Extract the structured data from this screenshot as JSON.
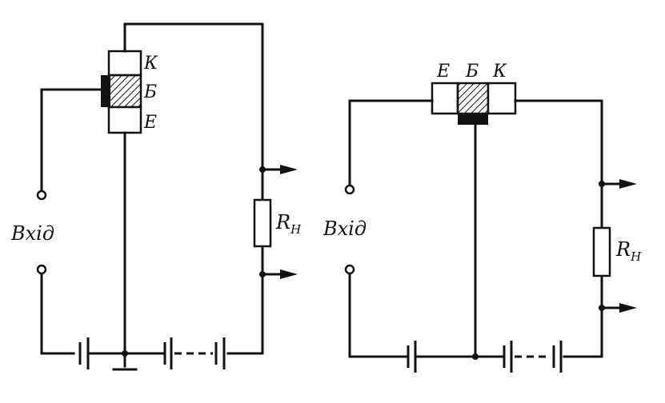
{
  "common_emitter": {
    "terminals": {
      "collector": "К",
      "base": "Б",
      "emitter": "Е"
    },
    "input_label": "Вхід",
    "load": {
      "symbol": "R",
      "subscript": "Н"
    }
  },
  "common_base": {
    "terminals": {
      "emitter": "Е",
      "base": "Б",
      "collector": "К"
    },
    "input_label": "Вхід",
    "load": {
      "symbol": "R",
      "subscript": "Н"
    }
  },
  "colors": {
    "ink": "#111111",
    "paper": "#ffffff"
  }
}
